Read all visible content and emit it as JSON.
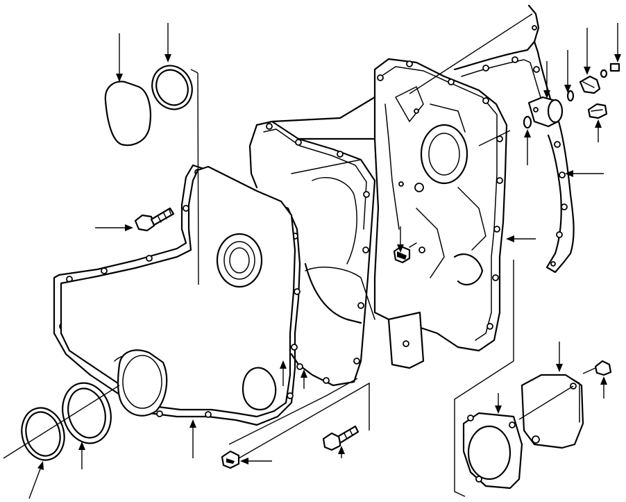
{
  "diagram": {
    "kind": "exploded parts view",
    "parts": [
      {
        "id": "cover-plug-left",
        "icon": "cap-plug-icon"
      },
      {
        "id": "seal-ring-top",
        "icon": "o-ring-icon"
      },
      {
        "id": "front-cover-gasket",
        "icon": "gasket-icon"
      },
      {
        "id": "front-cover",
        "icon": "cover-plate-icon"
      },
      {
        "id": "front-crank-seal",
        "icon": "oil-seal-icon"
      },
      {
        "id": "gear-housing",
        "icon": "housing-icon"
      },
      {
        "id": "housing-gasket",
        "icon": "gasket-icon"
      },
      {
        "id": "rear-gasket",
        "icon": "gasket-icon"
      },
      {
        "id": "sensor",
        "icon": "sensor-icon"
      },
      {
        "id": "sensor-plug",
        "icon": "plug-icon"
      },
      {
        "id": "sensor-bolt",
        "icon": "bolt-icon"
      },
      {
        "id": "sensor-oring",
        "icon": "o-ring-icon"
      },
      {
        "id": "hub-cap",
        "icon": "cap-plug-icon"
      },
      {
        "id": "seal-ring-bottom",
        "icon": "o-ring-icon"
      },
      {
        "id": "seal-ring-bottom-small",
        "icon": "o-ring-icon"
      },
      {
        "id": "access-cover-gasket",
        "icon": "gasket-icon"
      },
      {
        "id": "access-cover",
        "icon": "cover-plate-icon"
      },
      {
        "id": "cover-screw",
        "icon": "bolt-icon"
      },
      {
        "id": "flange-bolt-left",
        "icon": "bolt-icon"
      },
      {
        "id": "flange-bolt-center",
        "icon": "bolt-icon"
      },
      {
        "id": "flange-bolt-bottom-a",
        "icon": "bolt-icon"
      },
      {
        "id": "flange-bolt-bottom-b",
        "icon": "bolt-icon"
      }
    ],
    "callout_count": 22
  }
}
